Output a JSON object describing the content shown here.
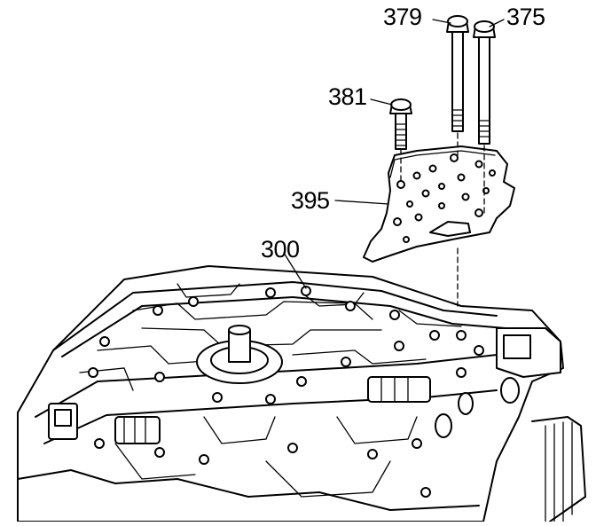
{
  "callouts": {
    "c379": "379",
    "c375": "375",
    "c381": "381",
    "c395": "395",
    "c300": "300"
  }
}
